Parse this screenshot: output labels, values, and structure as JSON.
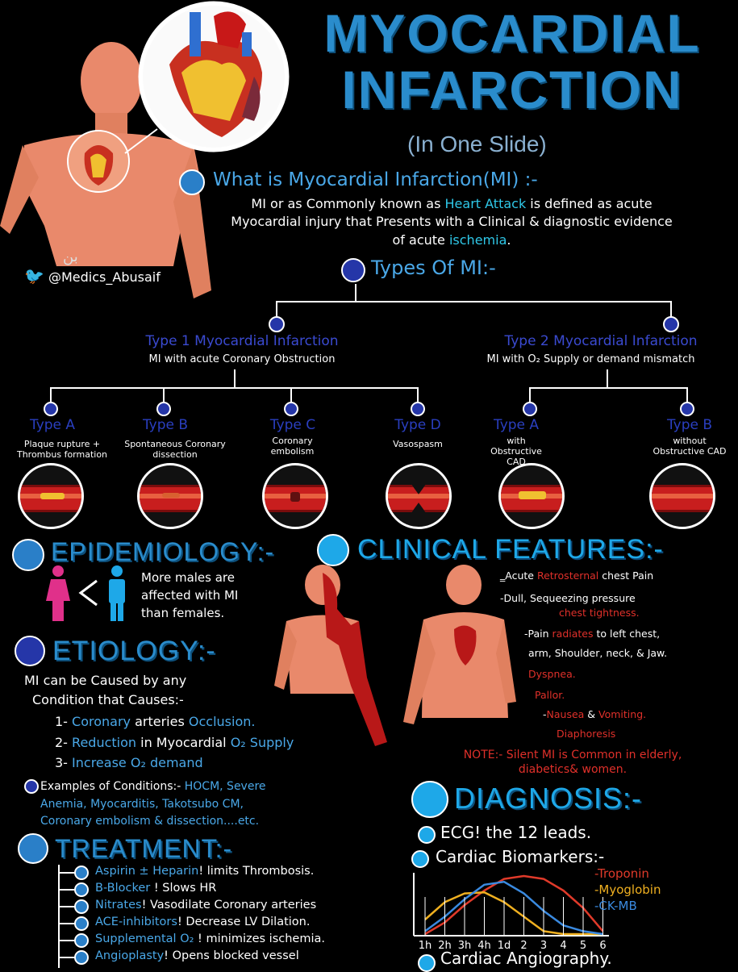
{
  "title": {
    "line1": "MYOCARDIAL",
    "line2": "INFARCTION",
    "subtitle": "(In One Slide)"
  },
  "twitter_handle": "@Medics_Abusaif",
  "signature": "بن",
  "what_is": {
    "heading": "What is Myocardial Infarction(MI) :-",
    "p1": "MI or as Commonly known as ",
    "highlight1": "Heart Attack",
    "p2": " is defined as acute",
    "p3": "Myocardial injury that Presents with a Clinical & diagnostic evidence",
    "p4": "of acute ",
    "highlight2": "ischemia",
    "p5": "."
  },
  "types": {
    "heading": "Types Of MI:-",
    "type1": {
      "title": "Type 1 Myocardial Infarction",
      "desc": "MI with acute Coronary Obstruction",
      "subtypes": [
        {
          "label": "Type A",
          "desc": "Plaque rupture + Thrombus formation"
        },
        {
          "label": "Type B",
          "desc": "Spontaneous Coronary dissection"
        },
        {
          "label": "Type C",
          "desc": "Coronary embolism"
        },
        {
          "label": "Type D",
          "desc": "Vasospasm"
        }
      ]
    },
    "type2": {
      "title": "Type 2 Myocardial Infarction",
      "desc": "MI with O₂ Supply or demand mismatch",
      "subtypes": [
        {
          "label": "Type A",
          "desc": "with Obstructive CAD"
        },
        {
          "label": "Type B",
          "desc": "without Obstructive CAD"
        }
      ]
    }
  },
  "epidemiology": {
    "heading": "EPIDEMIOLOGY:-",
    "text1": "More males are",
    "text2": "affected with MI",
    "text3": "than females."
  },
  "clinical": {
    "heading": "CLINICAL FEATURES:-",
    "items": [
      {
        "a": "Acute ",
        "r": "Retrosternal",
        "b": " chest Pain"
      },
      {
        "a": "Dull, Sequeezing pressure",
        "r": "",
        "b": ""
      },
      {
        "a": "",
        "r": "chest tightness.",
        "b": ""
      },
      {
        "a": "Pain ",
        "r": "radiates",
        "b": " to left chest,"
      },
      {
        "a": "arm, Shoulder, neck, & Jaw.",
        "r": "",
        "b": ""
      },
      {
        "a": "",
        "r": "Dyspnea.",
        "b": ""
      },
      {
        "a": "",
        "r": "Pallor.",
        "b": ""
      },
      {
        "a": "",
        "r": "Nausea",
        "b": " & "
      },
      {
        "a": "",
        "r": "Diaphoresis",
        "b": ""
      }
    ],
    "vomiting": "Vomiting.",
    "note1": "NOTE:- Silent MI is Common in elderly,",
    "note2": "diabetics& women."
  },
  "etiology": {
    "heading": "ETIOLOGY:-",
    "intro1": "MI can be Caused by any",
    "intro2": "Condition that Causes:-",
    "items": [
      {
        "num": "1- ",
        "b1": "Coronary",
        "w": " arteries ",
        "b2": "Occlusion."
      },
      {
        "num": "2- ",
        "b1": "Reduction",
        "w": " in Myocardial ",
        "b2": "O₂ Supply"
      },
      {
        "num": "3- ",
        "b1": "Increase",
        "w": " ",
        "b2": "O₂ demand"
      }
    ],
    "examples_label": "Examples of Conditions:- ",
    "examples1": "HOCM, Severe",
    "examples2": "Anemia, Myocarditis, Takotsubo CM,",
    "examples3": "Coronary embolism & dissection....etc."
  },
  "treatment": {
    "heading": "TREATMENT:-",
    "items": [
      {
        "b": "Aspirin ± Heparin",
        "w": "! limits Thrombosis."
      },
      {
        "b": "B-Blocker",
        "w": " ! Slows HR"
      },
      {
        "b": "Nitrates",
        "w": "! Vasodilate Coronary arteries"
      },
      {
        "b": "ACE-inhibitors",
        "w": "! Decrease LV Dilation."
      },
      {
        "b": "Supplemental O₂",
        "w": " ! minimizes ischemia."
      },
      {
        "b": "Angioplasty",
        "w": "! Opens blocked vessel"
      }
    ]
  },
  "diagnosis": {
    "heading": "DIAGNOSIS:-",
    "ecg": "ECG! the 12 leads.",
    "biomarkers": "Cardiac Biomarkers:-",
    "angiography": "Cardiac Angiography."
  },
  "chart_data": {
    "type": "line",
    "x": [
      "1h",
      "2h",
      "3h",
      "4h",
      "1d",
      "2",
      "3",
      "4",
      "5",
      "6"
    ],
    "series": [
      {
        "name": "-Troponin",
        "color": "#e03a2a",
        "values": [
          0,
          0.2,
          0.5,
          0.75,
          0.95,
          1.0,
          0.95,
          0.75,
          0.45,
          0.05
        ]
      },
      {
        "name": "-Myoglobin",
        "color": "#f0b020",
        "values": [
          0.25,
          0.55,
          0.7,
          0.72,
          0.55,
          0.3,
          0.05,
          0,
          0,
          0
        ]
      },
      {
        "name": "-CK-MB",
        "color": "#3a8ae0",
        "values": [
          0.05,
          0.3,
          0.6,
          0.85,
          0.9,
          0.7,
          0.4,
          0.15,
          0.05,
          0
        ]
      }
    ],
    "colors": {
      "troponin": "#e03a2a",
      "myoglobin": "#f0b020",
      "ckmb": "#3a8ae0"
    }
  }
}
